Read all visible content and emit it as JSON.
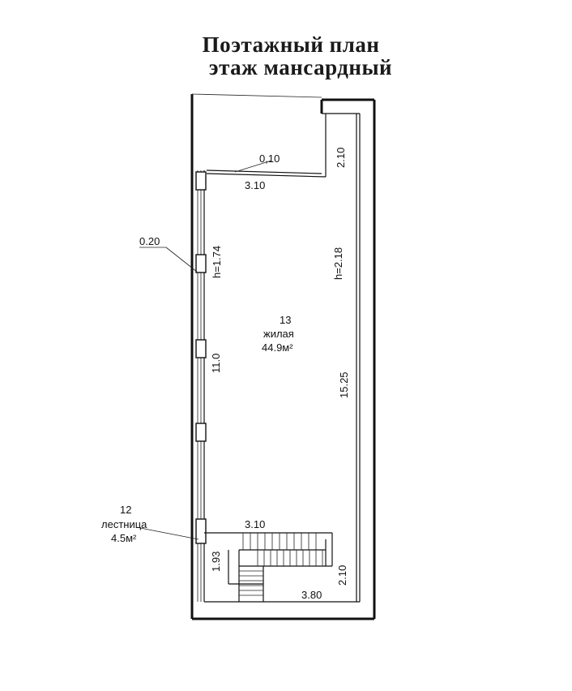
{
  "title": {
    "line1": "Поэтажный план",
    "line2": "этаж мансардный"
  },
  "rooms": [
    {
      "number": "13",
      "name": "жилая",
      "area": "44.9м²"
    },
    {
      "number": "12",
      "name": "лестница",
      "area": "4.5м²"
    }
  ],
  "dimensions": {
    "top_offset": "0,10",
    "top_width": "3.10",
    "top_right_depth": "2.10",
    "window_depth": "0.20",
    "height_left": "h=1.74",
    "height_right": "h=2.18",
    "length_left": "11.0",
    "length_right": "15.25",
    "stair_width": "3.10",
    "stair_left": "1.93",
    "stair_right": "2.10",
    "bottom_width": "3.80"
  }
}
